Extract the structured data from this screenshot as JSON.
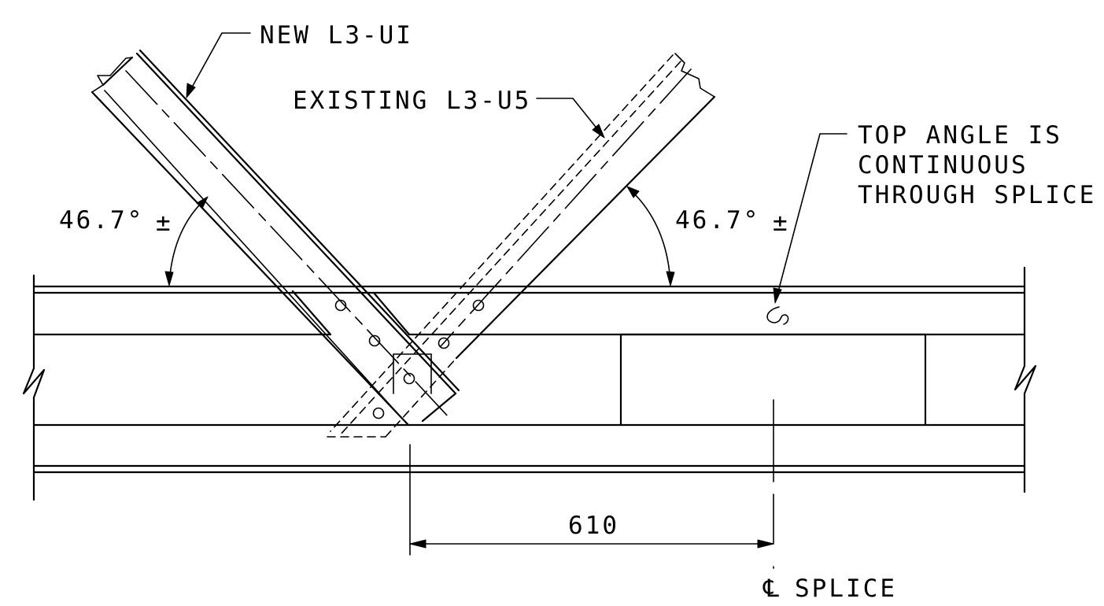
{
  "labels": {
    "new_member": "NEW L3-UI",
    "existing_member": "EXISTING L3-U5",
    "top_angle_line1": "TOP ANGLE IS",
    "top_angle_line2": "CONTINUOUS",
    "top_angle_line3": "THROUGH SPLICE",
    "angle_left": "46.7°",
    "angle_right": "46.7°",
    "plus_minus": "±",
    "dimension": "610",
    "splice_symbol": "℄",
    "splice_label": "SPLICE"
  },
  "colors": {
    "ink": "#000000",
    "paper": "#ffffff"
  }
}
